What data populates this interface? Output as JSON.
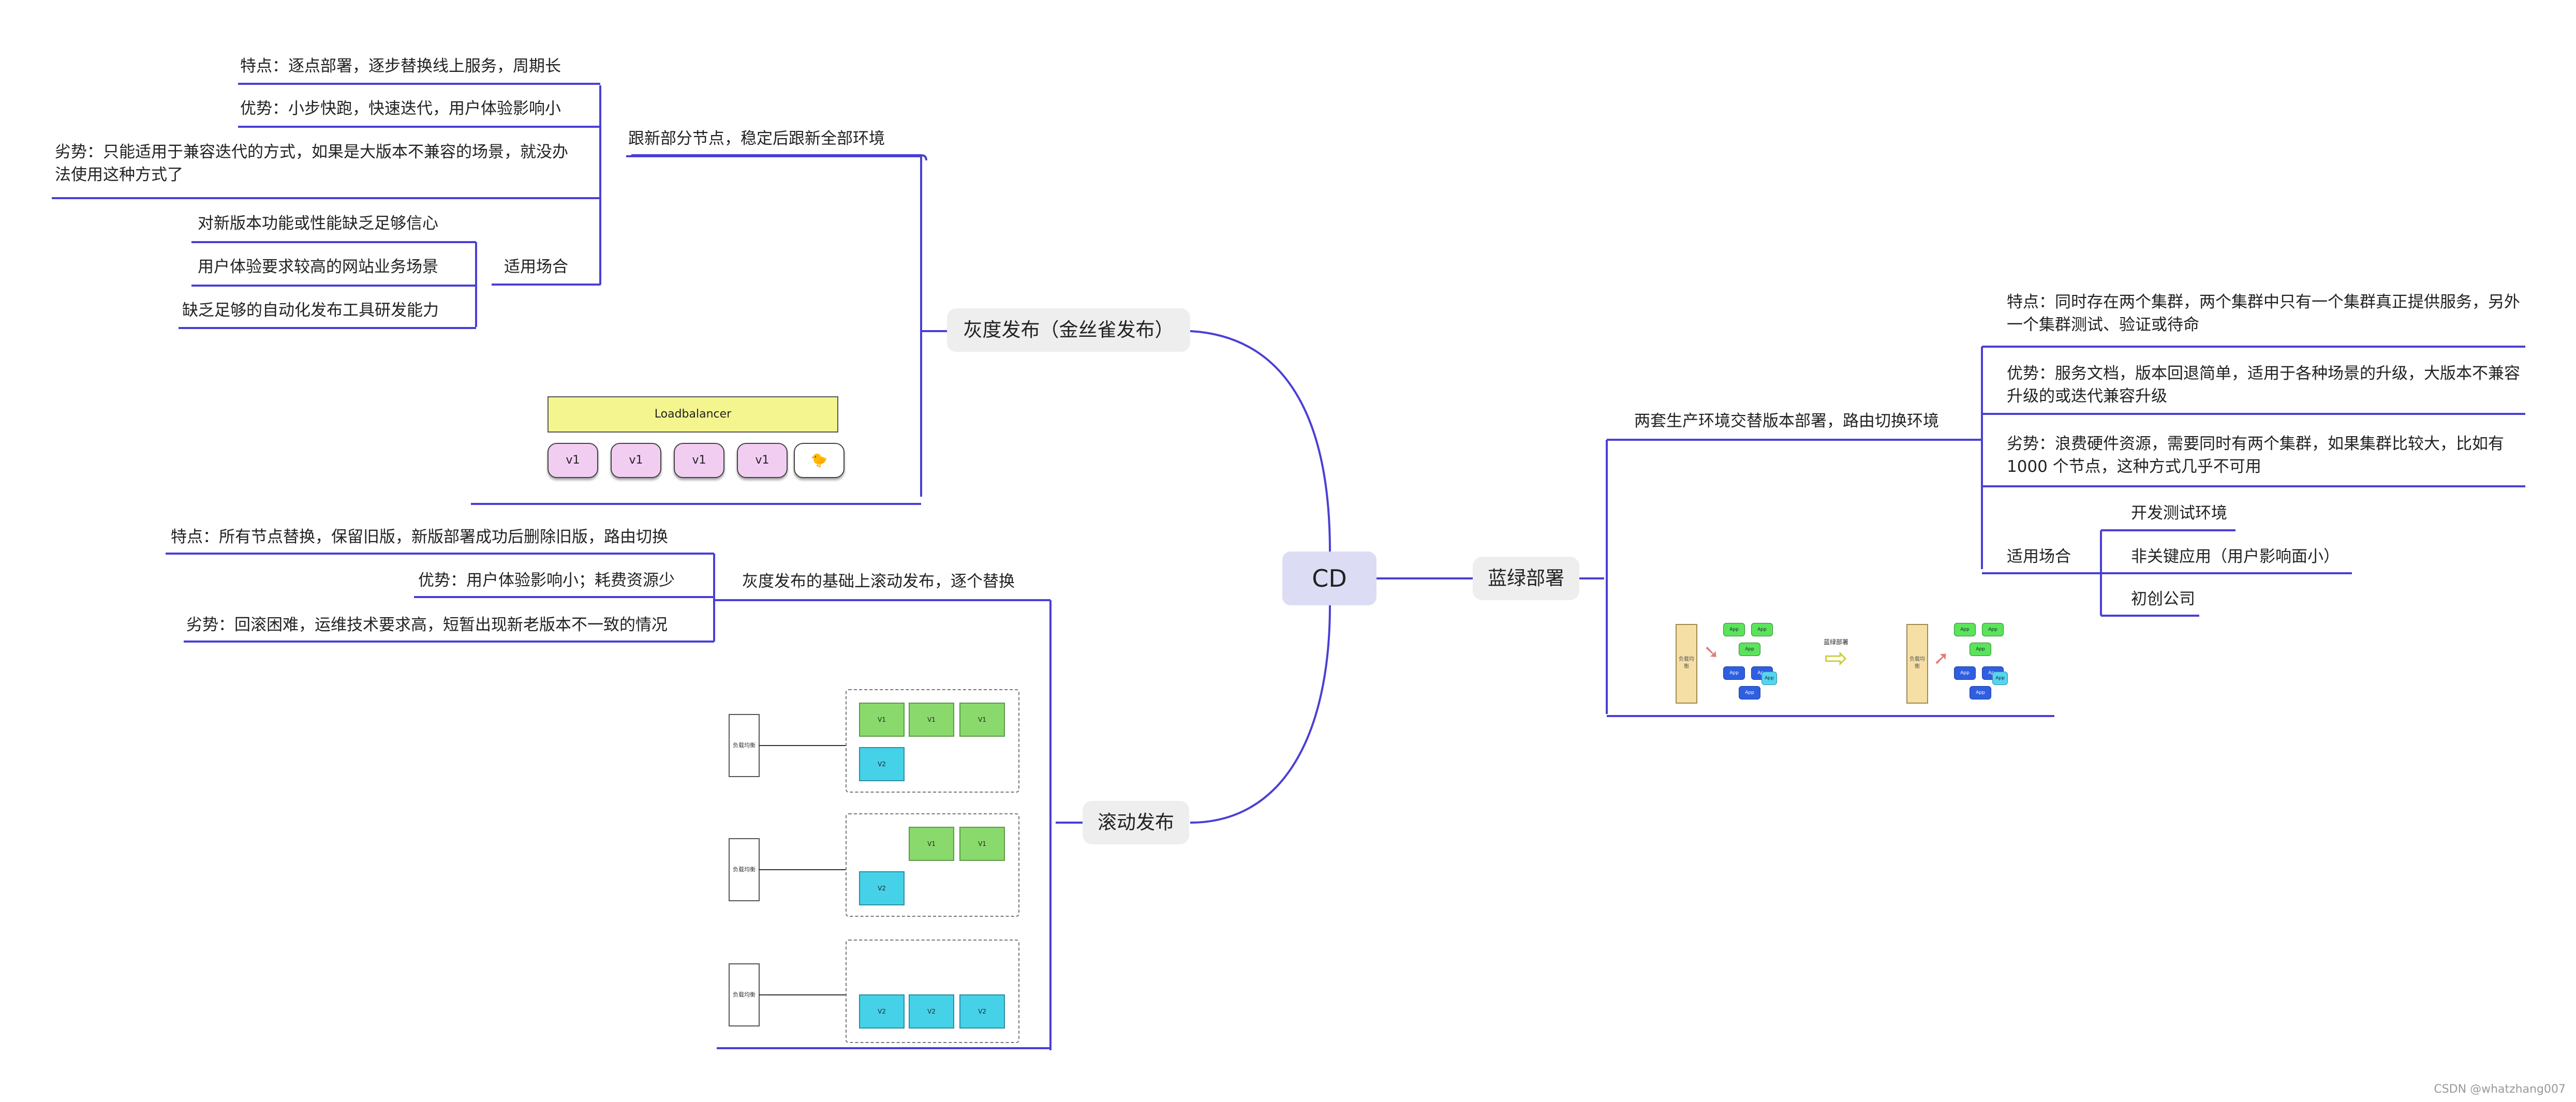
{
  "root": "CD",
  "gray": {
    "label": "灰度发布（金丝雀发布）",
    "desc": "跟新部分节点，稳定后跟新全部环境",
    "feature": "特点：逐点部署，逐步替换线上服务，周期长",
    "pros": "优势：小步快跑，快速迭代，用户体验影响小",
    "cons": "劣势：只能适用于兼容迭代的方式，如果是大版本不兼容的场景，就没办法使用这种方式了",
    "scene_label": "适用场合",
    "scenes": [
      "对新版本功能或性能缺乏足够信心",
      "用户体验要求较高的网站业务场景",
      "缺乏足够的自动化发布工具研发能力"
    ],
    "diagram": {
      "lb": "Loadbalancer",
      "versions": [
        "v1",
        "v1",
        "v1",
        "v1"
      ]
    }
  },
  "rolling": {
    "label": "滚动发布",
    "desc": "灰度发布的基础上滚动发布，逐个替换",
    "feature": "特点：所有节点替换，保留旧版，新版部署成功后删除旧版，路由切换",
    "pros": "优势：用户体验影响小；耗费资源少",
    "cons": "劣势：回滚困难，运维技术要求高，短暂出现新老版本不一致的情况",
    "diagram": {
      "lb": "负载均衡",
      "stage1": [
        "V1",
        "V1",
        "V1",
        "V2"
      ],
      "stage2": [
        "V1",
        "V1",
        "V2"
      ],
      "stage3": [
        "V2",
        "V2",
        "V2"
      ]
    }
  },
  "bluegreen": {
    "label": "蓝绿部署",
    "desc": "两套生产环境交替版本部署，路由切换环境",
    "feature": "特点：同时存在两个集群，两个集群中只有一个集群真正提供服务，另外一个集群测试、验证或待命",
    "pros": "优势：服务文档，版本回退简单，适用于各种场景的升级，大版本不兼容升级的或迭代兼容升级",
    "cons": "劣势：浪费硬件资源，需要同时有两个集群，如果集群比较大，比如有 1000 个节点，这种方式几乎不可用",
    "scene_label": "适用场合",
    "scenes": [
      "开发测试环境",
      "非关键应用（用户影响面小）",
      "初创公司"
    ],
    "diagram": {
      "arrow": "蓝绿部署",
      "lb": "负载均衡",
      "app": "App"
    }
  },
  "watermark": "CSDN @whatzhang007",
  "colors": {
    "line": "#4a3fd6",
    "root_bg": "#dcdcf4",
    "node_bg": "#eeeeee"
  }
}
